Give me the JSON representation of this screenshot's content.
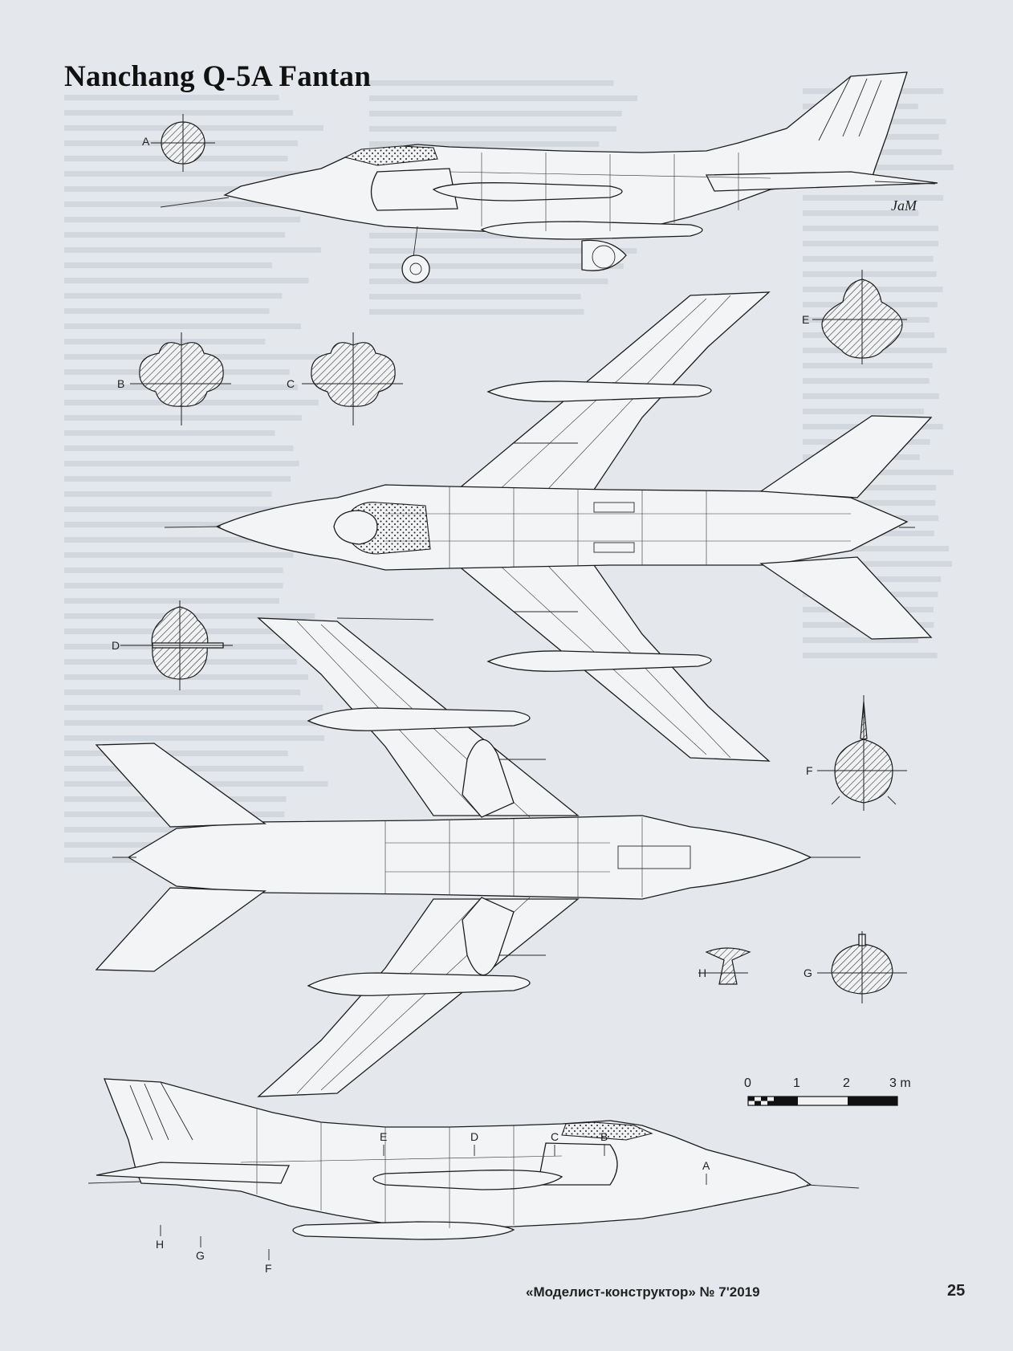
{
  "title": "Nanchang Q-5A Fantan",
  "signature": "JaM",
  "section_labels": {
    "A": "A",
    "B": "B",
    "C": "C",
    "D": "D",
    "E": "E",
    "F": "F",
    "G": "G",
    "H": "H"
  },
  "scale": {
    "ticks": [
      "0",
      "1",
      "2",
      "3 m"
    ]
  },
  "footer": {
    "publication": "«Моделист-конструктор» № 7'2019",
    "page_number": "25"
  }
}
